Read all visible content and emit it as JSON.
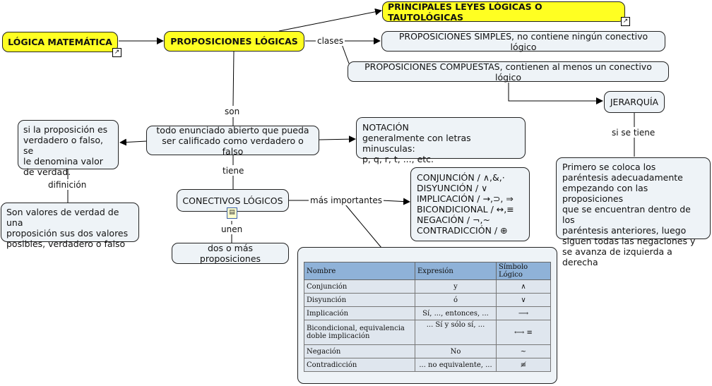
{
  "nodes": {
    "logica": "LÓGICA MATEMÁTICA",
    "proposiciones": "PROPOSICIONES LÓGICAS",
    "principales": "PRINCIPALES LEYES LÓGICAS O TAUTOLÓGICAS",
    "simples": "PROPOSICIONES SIMPLES, no contiene ningún conectivo lógico",
    "compuestas": "PROPOSICIONES COMPUESTAS, contienen al menos un conectivo lógico",
    "jerarquia": "JERARQUÍA",
    "jerarquia_desc": "Primero se coloca los\nparéntesis adecuadamente\nempezando con las proposiciones\nque se encuentran dentro de los\nparéntesis anteriores, luego\nsiguen todas las negaciones y\nse avanza de izquierda a derecha",
    "enunciado": "todo enunciado abierto que pueda ser calificado como verdadero o falso",
    "valor": "si la proposición es\nverdadero o falso, se\nle denomina valor\nde verdad.",
    "valores_def": "Son valores de verdad de una\nproposición sus dos valores\nposibles, verdadero o falso",
    "notacion": "NOTACIÓN\ngeneralmente con letras minusculas:\np, q, r, t, ..., etc.",
    "conectivos": "CONECTIVOS LÓGICOS",
    "dos_o_mas": "dos o más proposiciones",
    "lista": "CONJUNCIÓN / ∧,&,·\nDISYUNCIÓN / ∨\nIMPLICACIÓN / →,⊃, ⇒\nBICONDICIONAL / ↔,≡\nNEGACIÓN / ¬,~\nCONTRADICCIÓN / ⊕"
  },
  "labels": {
    "clases": "clases",
    "son": "son",
    "tiene": "tiene",
    "definicion": "difinición",
    "unen": "unen",
    "mas_importantes": "más importantes",
    "si_se_tiene": "si se tiene"
  },
  "icons": {
    "link": "↗",
    "doc": "▤"
  },
  "table": {
    "headers": [
      "Nombre",
      "Expresión",
      "Símbolo Lógico"
    ],
    "rows": [
      [
        "Conjunción",
        "y",
        "∧"
      ],
      [
        "Disyunción",
        "ó",
        "∨"
      ],
      [
        "Implicación",
        "Sí, ..., entonces, ...",
        "⟶"
      ],
      [
        "Bicondicional, equivalencia doble implicación",
        "... Sí y sólo sí, ...",
        "⟷ ≡"
      ],
      [
        "Negación",
        "No",
        "~"
      ],
      [
        "Contradicción",
        "... no equivalente, ...",
        "≢"
      ]
    ]
  },
  "colors": {
    "highlight": "#ffff22",
    "node_bg": "#eef3f7"
  }
}
